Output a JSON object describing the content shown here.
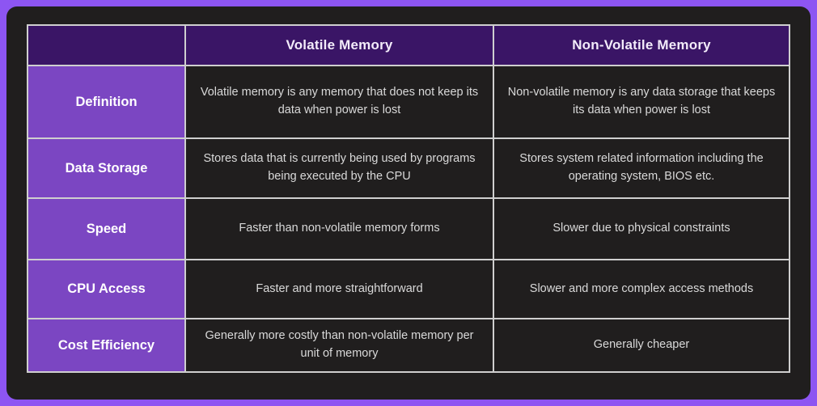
{
  "theme": {
    "accent": "#8d55f2",
    "panel_bg": "#201e1e",
    "header_bg": "#3a1566",
    "header_text": "#f3ecfa",
    "label_bg": "#7b46c2",
    "label_text": "#ffffff",
    "cell_bg": "#201e1e",
    "cell_text": "#d9d9d9",
    "grid_line": "#cfcfcf"
  },
  "chart_data": {
    "type": "table",
    "columns": [
      "",
      "Volatile Memory",
      "Non-Volatile Memory"
    ],
    "rows": [
      [
        "Definition",
        "Volatile memory is any memory that does not keep its data when power is lost",
        "Non-volatile memory is any data storage that keeps its data when power is lost"
      ],
      [
        "Data Storage",
        "Stores data that is currently being used by programs being executed by the CPU",
        "Stores system related information including the operating system, BIOS etc."
      ],
      [
        "Speed",
        "Faster than non-volatile memory forms",
        "Slower due to physical constraints"
      ],
      [
        "CPU Access",
        "Faster and more straightforward",
        "Slower and more complex access methods"
      ],
      [
        "Cost Efficiency",
        "Generally more costly than non-volatile memory per unit of memory",
        "Generally cheaper"
      ]
    ]
  }
}
